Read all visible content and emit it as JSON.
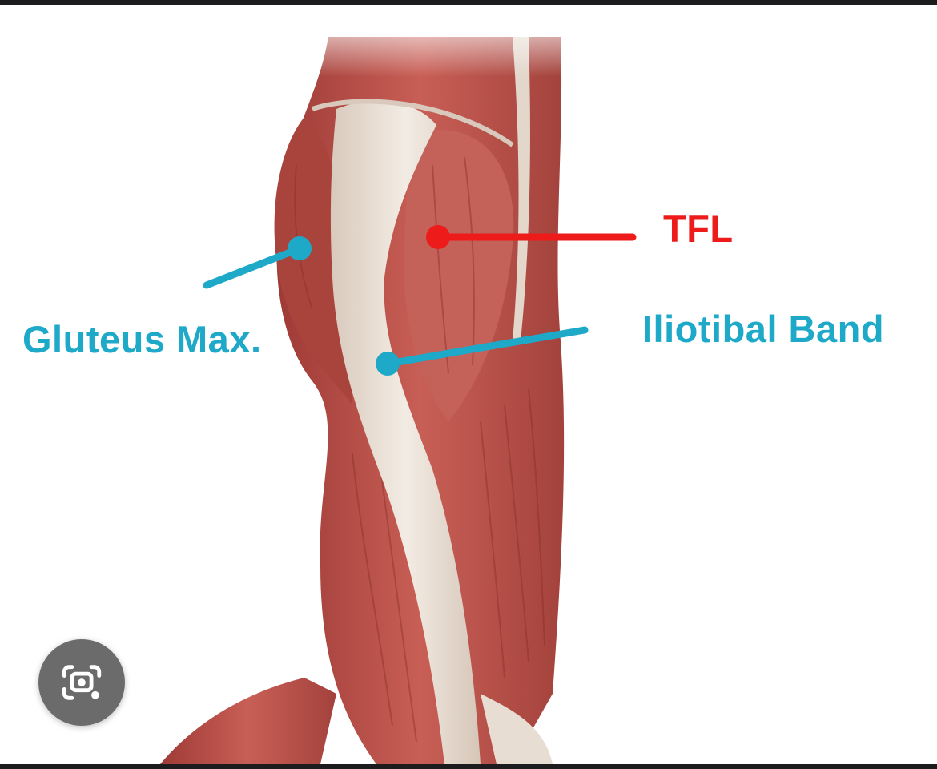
{
  "labels": {
    "gluteus_max": "Gluteus Max.",
    "tfl": "TFL",
    "iliotibial_band": "Iliotibal Band"
  },
  "colors": {
    "background": "#1c1c1e",
    "image_background": "#ffffff",
    "label_blue": "#1fa9c9",
    "label_red": "#ee1b1b",
    "muscle": "#b8504a",
    "tendon": "#e8ddd2",
    "lens_button": "#6b6b6b"
  },
  "icons": {
    "lens": "google-lens-icon"
  }
}
